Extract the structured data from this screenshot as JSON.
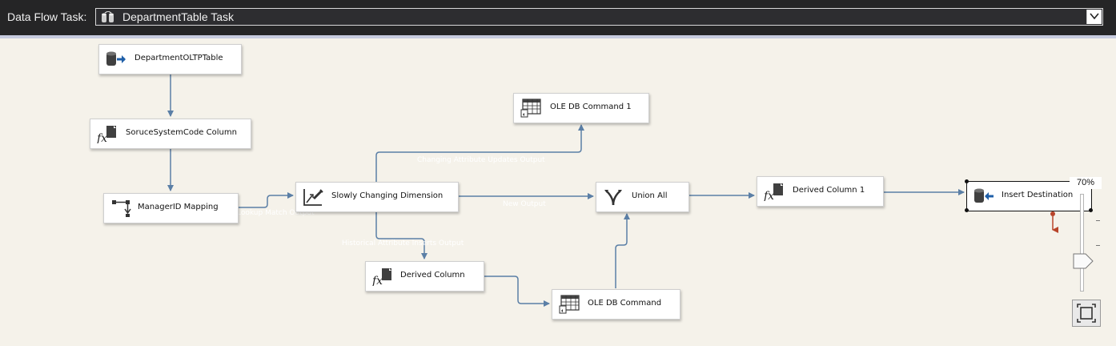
{
  "header": {
    "label": "Data Flow Task:",
    "selected_task": "DepartmentTable Task"
  },
  "nodes": {
    "department_oltp_table": "DepartmentOLTPTable",
    "source_system_code_column": "SoruceSystemCode Column",
    "manager_id_mapping": "ManagerID Mapping",
    "slowly_changing_dimension": "Slowly Changing Dimension",
    "ole_db_command_1": "OLE DB Command 1",
    "union_all": "Union All",
    "derived_column_1": "Derived Column 1",
    "insert_destination": "Insert Destination",
    "derived_column": "Derived Column",
    "ole_db_command": "OLE DB Command"
  },
  "flow_labels": {
    "lookup_match_output": "Lookup Match Output",
    "changing_attribute_updates_output": "Changing Attribute Updates Output",
    "new_output": "New Output",
    "historical_attribute_inserts_output": "Historical Attribute Inserts Output"
  },
  "zoom": {
    "level_label": "70%",
    "level_value": 70
  },
  "icons": {
    "header": "package-icon",
    "source": "ole-db-source-icon",
    "derived_column": "derived-column-fx-icon",
    "lookup": "lookup-mapping-icon",
    "scd": "slowly-changing-dimension-icon",
    "ole_db_command": "ole-db-command-grid-icon",
    "union_all": "union-all-icon",
    "destination": "ole-db-destination-icon",
    "fit": "zoom-to-fit-icon"
  },
  "colors": {
    "canvas": "#f5f2ea",
    "connector": "#5b7fa6",
    "error_connector": "#b8442a",
    "header_bar": "#252526"
  }
}
